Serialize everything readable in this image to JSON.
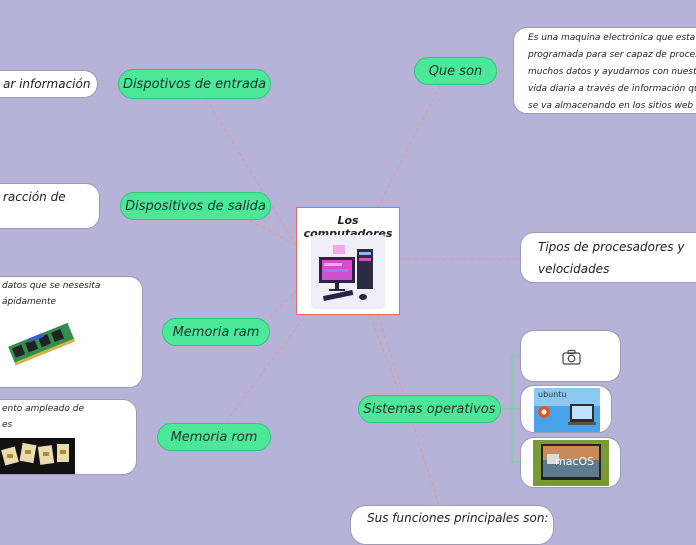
{
  "central": {
    "title": "Los computadores",
    "image_icon": "computer-setup-illustration"
  },
  "branches": {
    "entrada": {
      "label": "Dispotivos de entrada",
      "note": "ar información"
    },
    "salida": {
      "label": "Dispositivos de salida",
      "note": "racción de"
    },
    "ram": {
      "label": "Memoria ram",
      "note_line1": "datos que se nesesita",
      "note_line2": "ápidamente"
    },
    "rom": {
      "label": "Memoria rom",
      "note_line1": "ento ampleado de",
      "note_line2": "es"
    },
    "que_son": {
      "label": "Que son",
      "note": "Es una maquina electrónica que esta programada para ser capaz de procesar muchos datos y ayudarnos con nuestra vida diaria a través de información que se va almacenando en los sitios web",
      "lines": [
        "Es una maquina electrónica que esta",
        "programada para ser capaz de procesar",
        "muchos datos y ayudarnos con nuestra",
        "vida diaria a través de información que",
        "se va almacenando en los sitios web"
      ]
    },
    "procesadores": {
      "line1": "Tipos de procesadores y",
      "line2": "velocidades"
    },
    "sistemas": {
      "label": "Sistemas operativos",
      "ubuntu_text": "ubuntu",
      "macos_text": "macOS",
      "camera_icon": "camera-icon"
    },
    "funciones": {
      "label": "Sus funciones principales son:"
    }
  },
  "colors": {
    "background": "#b6b2d8",
    "pill": "#4de79a",
    "connector": "#e8a0a0"
  }
}
